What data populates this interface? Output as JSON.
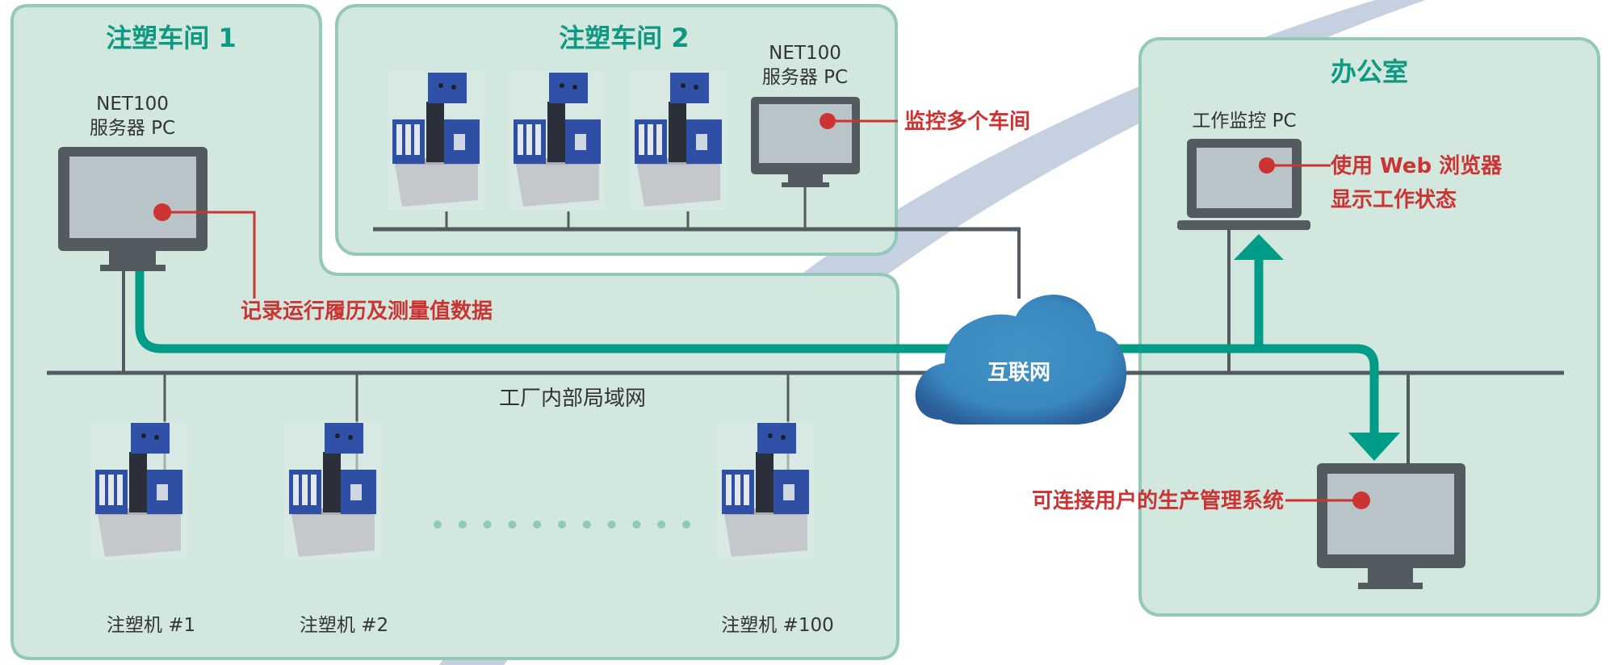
{
  "colors": {
    "panel_fill": "#d2e7de",
    "panel_border": "#94c8b9",
    "title_teal": "#0e9a82",
    "data_flow": "#009c87",
    "device_dark": "#535a60",
    "screen": "#b9c4c9",
    "callout_red": "#cc3333",
    "lan_line": "#535a60",
    "arc": "#c5d1e0",
    "cloud": "#3a88c0"
  },
  "panels": {
    "workshop1": {
      "title": "注塑车间 1",
      "server": {
        "line1": "NET100",
        "line2": "服务器 PC",
        "icon": "monitor-icon"
      },
      "callout": "记录运行履历及测量值数据",
      "lan_label": "工厂内部局域网",
      "machines": [
        {
          "label": "注塑机 #1",
          "icon": "injection-molding-machine-icon"
        },
        {
          "label": "注塑机 #2",
          "icon": "injection-molding-machine-icon"
        },
        {
          "label": "注塑机 #100",
          "icon": "injection-molding-machine-icon"
        }
      ],
      "ellipsis_dots": 11
    },
    "workshop2": {
      "title": "注塑车间 2",
      "server": {
        "line1": "NET100",
        "line2": "服务器 PC",
        "icon": "monitor-icon"
      },
      "callout": "监控多个车间",
      "machine_count": 3
    },
    "office": {
      "title": "办公室",
      "laptop": {
        "label": "工作监控 PC",
        "icon": "laptop-icon"
      },
      "laptop_callout_line1": "使用 Web 浏览器",
      "laptop_callout_line2": "显示工作状态",
      "production_system_callout": "可连接用户的生产管理系统",
      "production_system_icon": "monitor-icon"
    }
  },
  "internet": {
    "label": "互联网",
    "icon": "cloud-icon"
  }
}
